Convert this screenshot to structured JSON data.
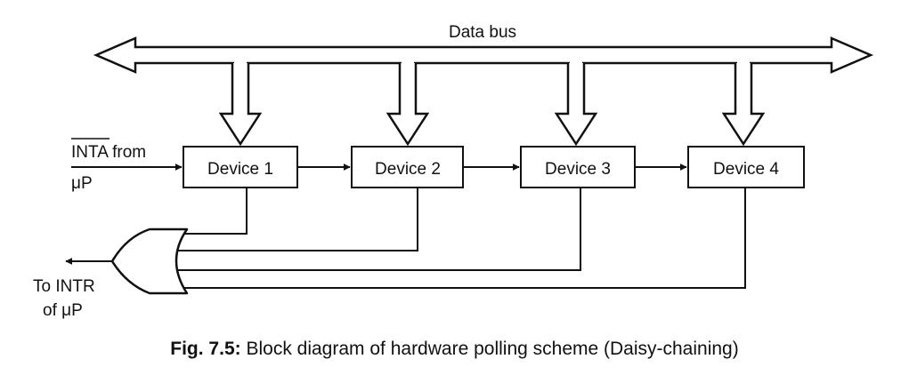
{
  "bus": {
    "label": "Data bus"
  },
  "input": {
    "signal": "INTA",
    "from": "from",
    "source": "μP"
  },
  "devices": [
    {
      "label": "Device 1"
    },
    {
      "label": "Device 2"
    },
    {
      "label": "Device 3"
    },
    {
      "label": "Device 4"
    }
  ],
  "output": {
    "line1": "To INTR",
    "line2": "of μP"
  },
  "caption": {
    "number": "Fig. 7.5:",
    "text": "Block diagram of hardware polling scheme (Daisy-chaining)"
  }
}
